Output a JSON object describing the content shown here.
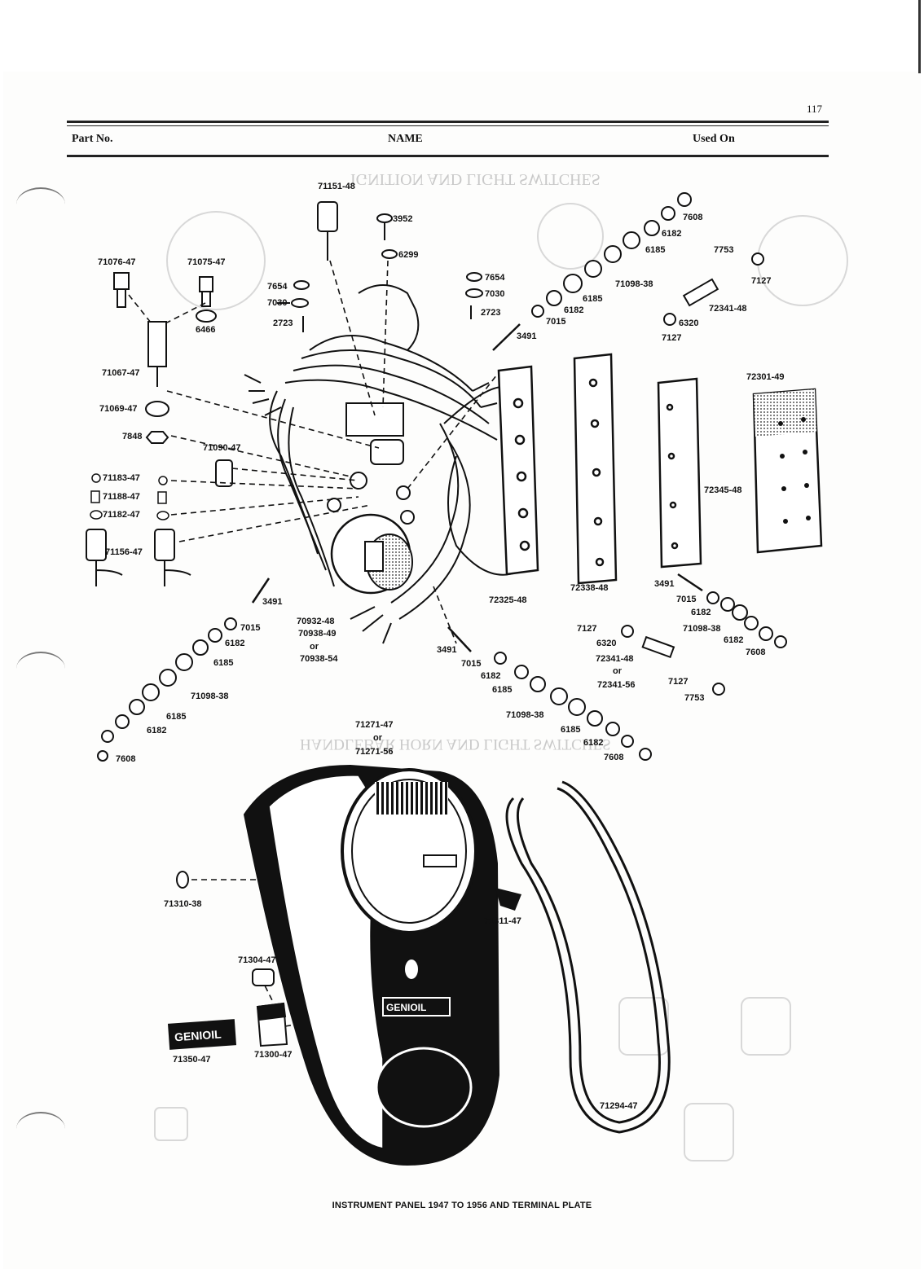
{
  "header": {
    "page_number": "117",
    "col_part": "Part No.",
    "col_name": "NAME",
    "col_used": "Used On"
  },
  "caption": "INSTRUMENT PANEL 1947 TO 1956 AND TERMINAL PLATE",
  "ghost": {
    "title_top": "IGNITION AND LIGHT SWITCHES",
    "title_mid": "HANDLEBAR HORN AND LIGHT SWITCHES"
  },
  "parts": [
    {
      "id": "71151-48"
    },
    {
      "id": "3952"
    },
    {
      "id": "6299"
    },
    {
      "id": "71076-47"
    },
    {
      "id": "71075-47"
    },
    {
      "id": "6466"
    },
    {
      "id": "7654"
    },
    {
      "id": "7030"
    },
    {
      "id": "2723"
    },
    {
      "id": "7654"
    },
    {
      "id": "7030"
    },
    {
      "id": "2723"
    },
    {
      "id": "7608"
    },
    {
      "id": "6182"
    },
    {
      "id": "6185"
    },
    {
      "id": "7753"
    },
    {
      "id": "7127"
    },
    {
      "id": "71098-38"
    },
    {
      "id": "6185"
    },
    {
      "id": "6182"
    },
    {
      "id": "7015"
    },
    {
      "id": "3491"
    },
    {
      "id": "72341-48"
    },
    {
      "id": "6320"
    },
    {
      "id": "7127"
    },
    {
      "id": "71067-47"
    },
    {
      "id": "72301-49"
    },
    {
      "id": "71069-47"
    },
    {
      "id": "7848"
    },
    {
      "id": "71090-47"
    },
    {
      "id": "71183-47"
    },
    {
      "id": "71188-47"
    },
    {
      "id": "71182-47"
    },
    {
      "id": "71156-47"
    },
    {
      "id": "72345-48"
    },
    {
      "id": "3491"
    },
    {
      "id": "7015"
    },
    {
      "id": "6182"
    },
    {
      "id": "71098-38"
    },
    {
      "id": "6182"
    },
    {
      "id": "7608"
    },
    {
      "id": "72338-48"
    },
    {
      "id": "72325-48"
    },
    {
      "id": "3491"
    },
    {
      "id": "7015"
    },
    {
      "id": "70932-48"
    },
    {
      "id": "70938-49"
    },
    {
      "id": "or"
    },
    {
      "id": "70938-54"
    },
    {
      "id": "6182"
    },
    {
      "id": "6185"
    },
    {
      "id": "71098-38"
    },
    {
      "id": "6185"
    },
    {
      "id": "6182"
    },
    {
      "id": "7608"
    },
    {
      "id": "3491"
    },
    {
      "id": "7015"
    },
    {
      "id": "6182"
    },
    {
      "id": "6185"
    },
    {
      "id": "7127"
    },
    {
      "id": "6320"
    },
    {
      "id": "72341-48"
    },
    {
      "id": "or"
    },
    {
      "id": "72341-56"
    },
    {
      "id": "7127"
    },
    {
      "id": "7753"
    },
    {
      "id": "71098-38"
    },
    {
      "id": "6185"
    },
    {
      "id": "6182"
    },
    {
      "id": "7608"
    },
    {
      "id": "71271-47"
    },
    {
      "id": "or"
    },
    {
      "id": "71271-56"
    },
    {
      "id": "71310-38"
    },
    {
      "id": "71311-47"
    },
    {
      "id": "71304-47"
    },
    {
      "id": "71350-47"
    },
    {
      "id": "71300-47"
    },
    {
      "id": "71294-47"
    }
  ],
  "badge_text": "GENIOIL",
  "colors": {
    "ink": "#111111",
    "ghost": "#c9c9c9",
    "paper": "#fdfdfc"
  }
}
